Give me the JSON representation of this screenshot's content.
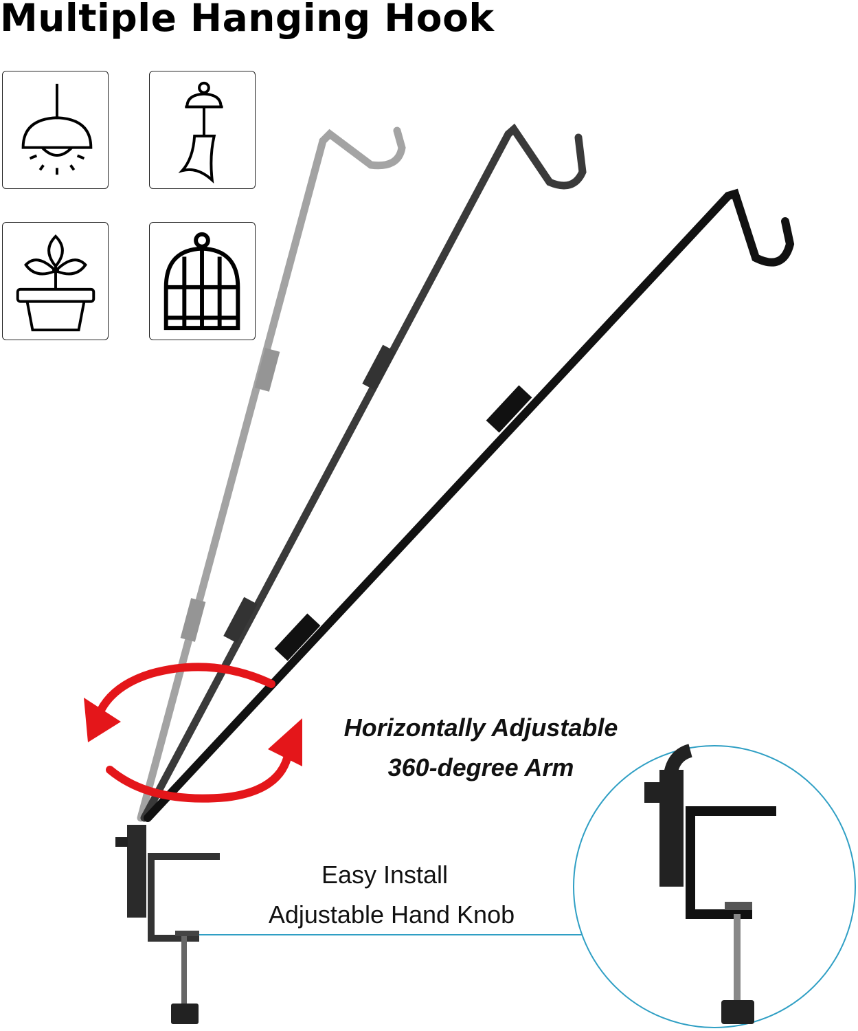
{
  "title": "Multiple Hanging Hook",
  "icons": [
    {
      "name": "hanging-lamp-icon"
    },
    {
      "name": "wind-chime-icon"
    },
    {
      "name": "flower-pot-icon"
    },
    {
      "name": "bird-cage-icon"
    }
  ],
  "feature_rotation": {
    "line1": "Horizontally Adjustable",
    "line2": "360-degree Arm"
  },
  "feature_install": {
    "line1": "Easy Install",
    "line2": "Adjustable Hand Knob"
  },
  "colors": {
    "arrow": "#e4161a",
    "callout_circle": "#2f9fc4",
    "arm_black": "#111111",
    "arm_dark_gray": "#3a3a3a",
    "arm_light_gray": "#9a9a9a"
  }
}
